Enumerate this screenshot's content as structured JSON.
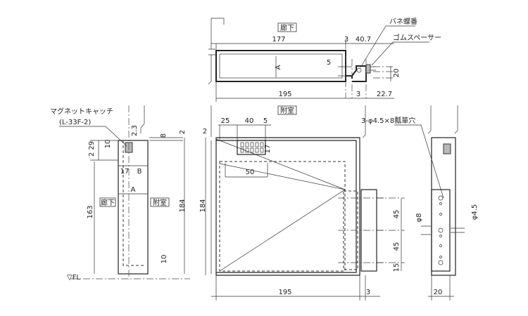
{
  "labels": {
    "corridor": "廊下",
    "room": "附室",
    "spring_hinge": "バネ蝶番",
    "rubber_spacer": "ゴムスペーサー",
    "magnet_catch": "マグネットキャッチ",
    "magnet_catch_model": "(L-33F-2)",
    "holes": "3-φ4.5×8瓢箪穴",
    "fl": "▽FL",
    "A": "A",
    "B": "B"
  },
  "dims": {
    "top_177": "177",
    "top_3": "3",
    "top_40_7": "40.7",
    "top_5": "5",
    "top_20": "20",
    "top_195": "195",
    "top_3b": "3",
    "top_22_7": "22.7",
    "s_2_3": "2.3",
    "s_8": "8",
    "s_2a": "2",
    "s_2_29": "2 29",
    "s_10a": "10",
    "s_17": "17",
    "s_163": "163",
    "s_184": "184",
    "s_10b": "10",
    "f_25": "25",
    "f_40": "40",
    "f_5": "5",
    "f_2": "2",
    "f_17": "17",
    "f_50": "50",
    "f_184": "184",
    "f_45a": "45",
    "f_45b": "45",
    "f_15": "15",
    "f_195": "195",
    "f_3": "3",
    "r_phi8": "φ8",
    "r_phi4_5": "φ4.5",
    "r_20": "20"
  }
}
